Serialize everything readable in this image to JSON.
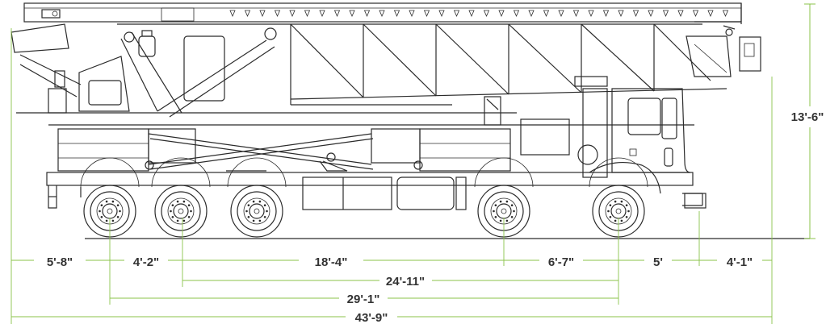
{
  "diagram": {
    "accent_color": "#8bc34a",
    "line_color": "#2b2b2b",
    "height_dimension": "13'-6\"",
    "segment_dimensions": [
      "5'-8\"",
      "4'-2\"",
      "18'-4\"",
      "6'-7\"",
      "5'",
      "4'-1\""
    ],
    "span_dimensions": {
      "second_axle_to_front": "24'-11\"",
      "first_axle_to_front": "29'-1\"",
      "overall_length": "43'-9\""
    }
  }
}
